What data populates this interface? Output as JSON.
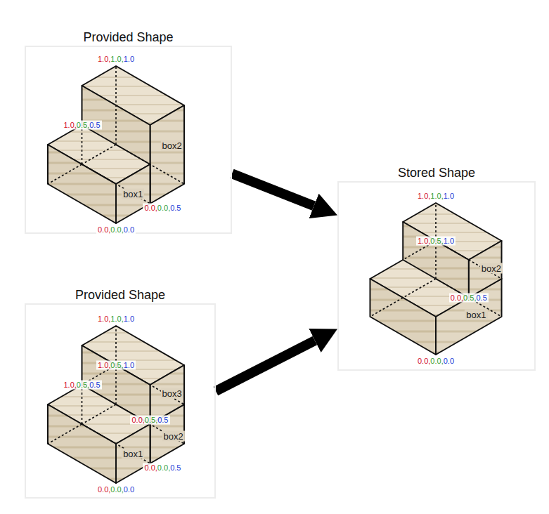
{
  "diagram": {
    "nodes": [
      {
        "text": [
          "Provided Shape"
        ]
      },
      {
        "text": [
          "Provided Shape"
        ]
      },
      {
        "text": [
          "Stored Shape"
        ]
      }
    ],
    "edges": [
      {
        "from": 0,
        "to": 2,
        "arrow": "to"
      },
      {
        "from": 1,
        "to": 2,
        "arrow": "to"
      }
    ],
    "labels": [
      "1.0,",
      "1.0,",
      "1.0",
      "1.0,",
      "0.5,",
      "0.5",
      "box2",
      "box1",
      "0.0,",
      "0.0,",
      "0.5",
      "0.0,",
      "0.0,",
      "0.0",
      "1.0,",
      "1.0,",
      "1.0",
      "1.0,",
      "0.5,",
      "1.0",
      "1.0,",
      "0.5,",
      "0.5",
      "box3",
      "0.0,",
      "0.5,",
      "0.5",
      "box2",
      "box1",
      "0.0,",
      "0.0,",
      "0.5",
      "0.0,",
      "0.0,",
      "0.0",
      "1.0,",
      "1.0,",
      "1.0",
      "1.0,",
      "0.5,",
      "1.0",
      "box2",
      "0.0,",
      "0.5,",
      "0.5",
      "box1",
      "0.0,",
      "0.0,",
      "0.0"
    ]
  }
}
